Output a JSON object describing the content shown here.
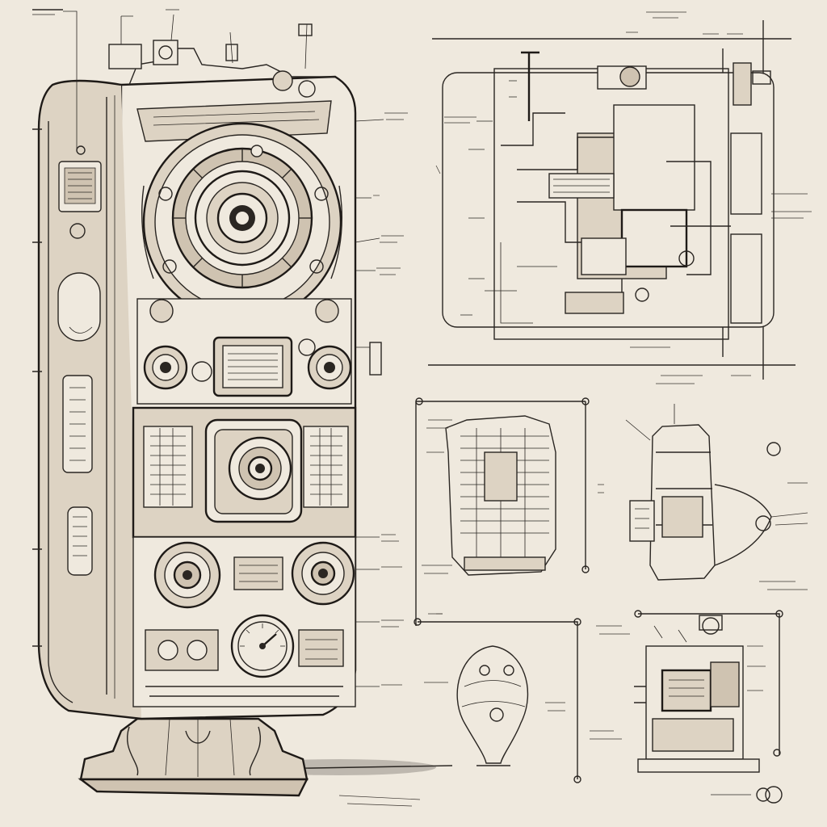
{
  "title": "",
  "colors": {
    "paper": "#efe9de",
    "ink": "#2a2622",
    "tone": "#ddd3c3"
  },
  "annotations_legible": false,
  "panels": [
    {
      "name": "main-machine-elevation"
    },
    {
      "name": "top-right-schematic"
    },
    {
      "name": "mid-left-block-view"
    },
    {
      "name": "mid-right-side-view"
    },
    {
      "name": "bottom-left-pod-view"
    },
    {
      "name": "bottom-right-assembly-view"
    }
  ]
}
